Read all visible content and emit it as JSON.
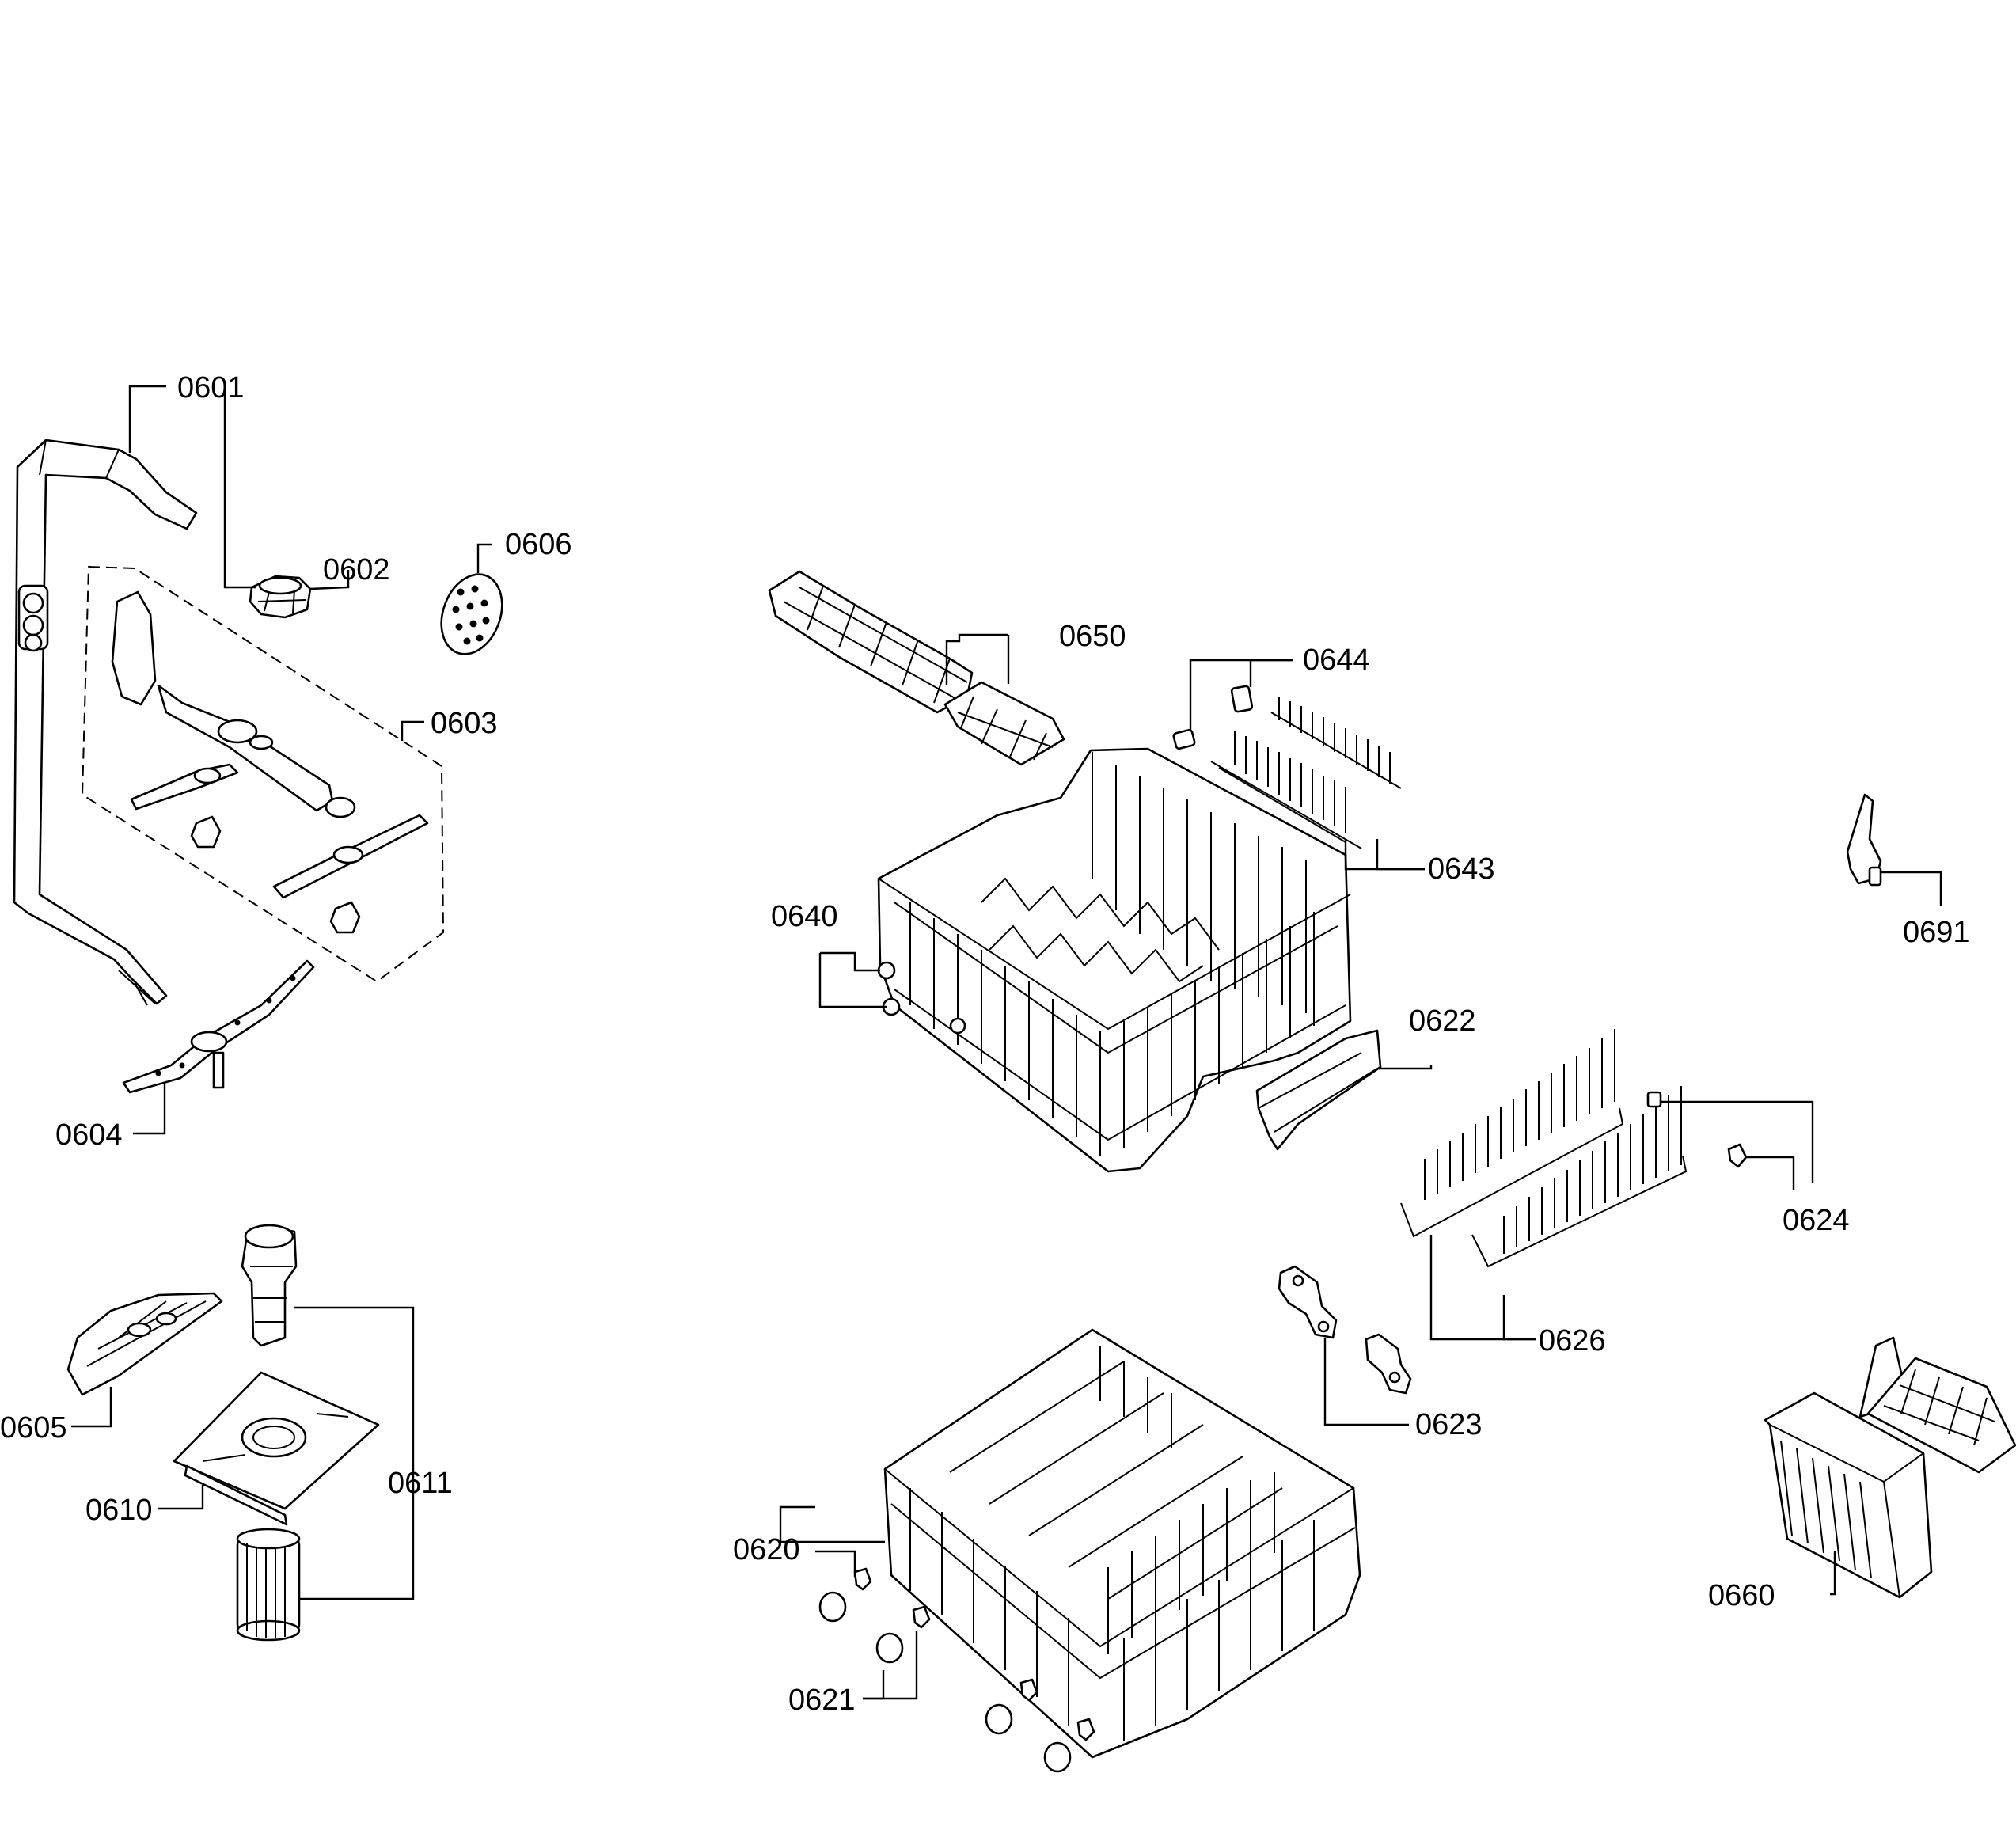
{
  "parts": {
    "p0601": "0601",
    "p0602": "0602",
    "p0603": "0603",
    "p0604": "0604",
    "p0605": "0605",
    "p0606": "0606",
    "p0610": "0610",
    "p0611": "0611",
    "p0620": "0620",
    "p0621": "0621",
    "p0622": "0622",
    "p0623": "0623",
    "p0624": "0624",
    "p0626": "0626",
    "p0640": "0640",
    "p0643": "0643",
    "p0644": "0644",
    "p0650": "0650",
    "p0660": "0660",
    "p0691": "0691"
  }
}
